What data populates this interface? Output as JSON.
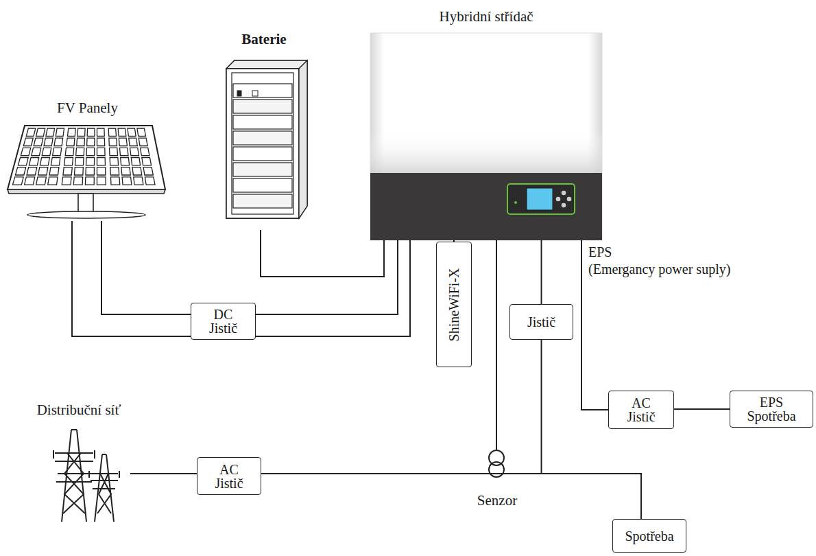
{
  "diagram": {
    "nodes": [
      {
        "text": [
          "FV Panely"
        ]
      },
      {
        "text": [
          "Baterie"
        ]
      },
      {
        "text": [
          "Hybridní střídač"
        ]
      },
      {
        "text": [
          "DC Jistič"
        ]
      },
      {
        "text": [
          "ShineWiFi-X"
        ]
      },
      {
        "text": [
          "Jistič"
        ]
      },
      {
        "text": [
          "AC Jistič"
        ]
      },
      {
        "text": [
          "EPS Spotřeba"
        ]
      },
      {
        "text": [
          "Distribuční síť"
        ]
      },
      {
        "text": [
          "AC Jistič"
        ]
      },
      {
        "text": [
          "Senzor"
        ]
      },
      {
        "text": [
          "Spotřeba"
        ]
      }
    ],
    "edges": [
      {
        "from": 0,
        "to": 3,
        "arrow": "none"
      },
      {
        "from": 3,
        "to": 2,
        "arrow": "none"
      },
      {
        "from": 1,
        "to": 2,
        "arrow": "none"
      },
      {
        "from": 2,
        "to": 4,
        "arrow": "none"
      },
      {
        "from": 2,
        "to": 5,
        "arrow": "none"
      },
      {
        "from": 5,
        "to": 11,
        "arrow": "none"
      },
      {
        "from": 2,
        "to": 10,
        "arrow": "none"
      },
      {
        "from": 2,
        "to": 6,
        "arrow": "none"
      },
      {
        "from": 6,
        "to": 7,
        "arrow": "none"
      },
      {
        "from": 8,
        "to": 9,
        "arrow": "none"
      },
      {
        "from": 9,
        "to": 10,
        "arrow": "none"
      },
      {
        "from": 10,
        "to": 11,
        "arrow": "none"
      }
    ],
    "labels": [
      "EPS",
      "(Emergancy power suply)"
    ]
  }
}
